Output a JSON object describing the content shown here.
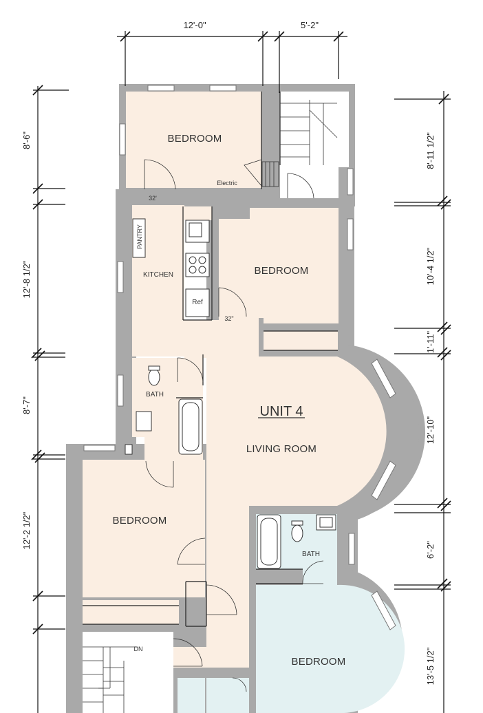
{
  "plan": {
    "unit_title": "UNIT 4",
    "rooms": {
      "bedroom_top": "BEDROOM",
      "bedroom_mid": "BEDROOM",
      "bedroom_left": "BEDROOM",
      "bedroom_bottom": "BEDROOM",
      "living_room": "LIVING ROOM",
      "kitchen": "KITCHEN",
      "bath_left": "BATH",
      "bath_right": "BATH",
      "pantry": "PANTRY"
    },
    "labels": {
      "electric": "Electric",
      "ref": "Ref",
      "door_32_a": "32'",
      "door_32_b": "32\"",
      "dn": "DN"
    }
  },
  "dimensions": {
    "top": [
      "12'-0\"",
      "5'-2\""
    ],
    "left": [
      "8'-6\"",
      "12'-8 1/2\"",
      "8'-7\"",
      "12'-2 1/2\""
    ],
    "right": [
      "8'-11 1/2\"",
      "10'-4 1/2\"",
      "1'-11\"",
      "12'-10\"",
      "6'-2\"",
      "13'-5 1/2\""
    ]
  },
  "colors": {
    "wall": "#a9a9a9",
    "floor_warm": "#fbeee2",
    "floor_cool": "#e3f1f2"
  }
}
